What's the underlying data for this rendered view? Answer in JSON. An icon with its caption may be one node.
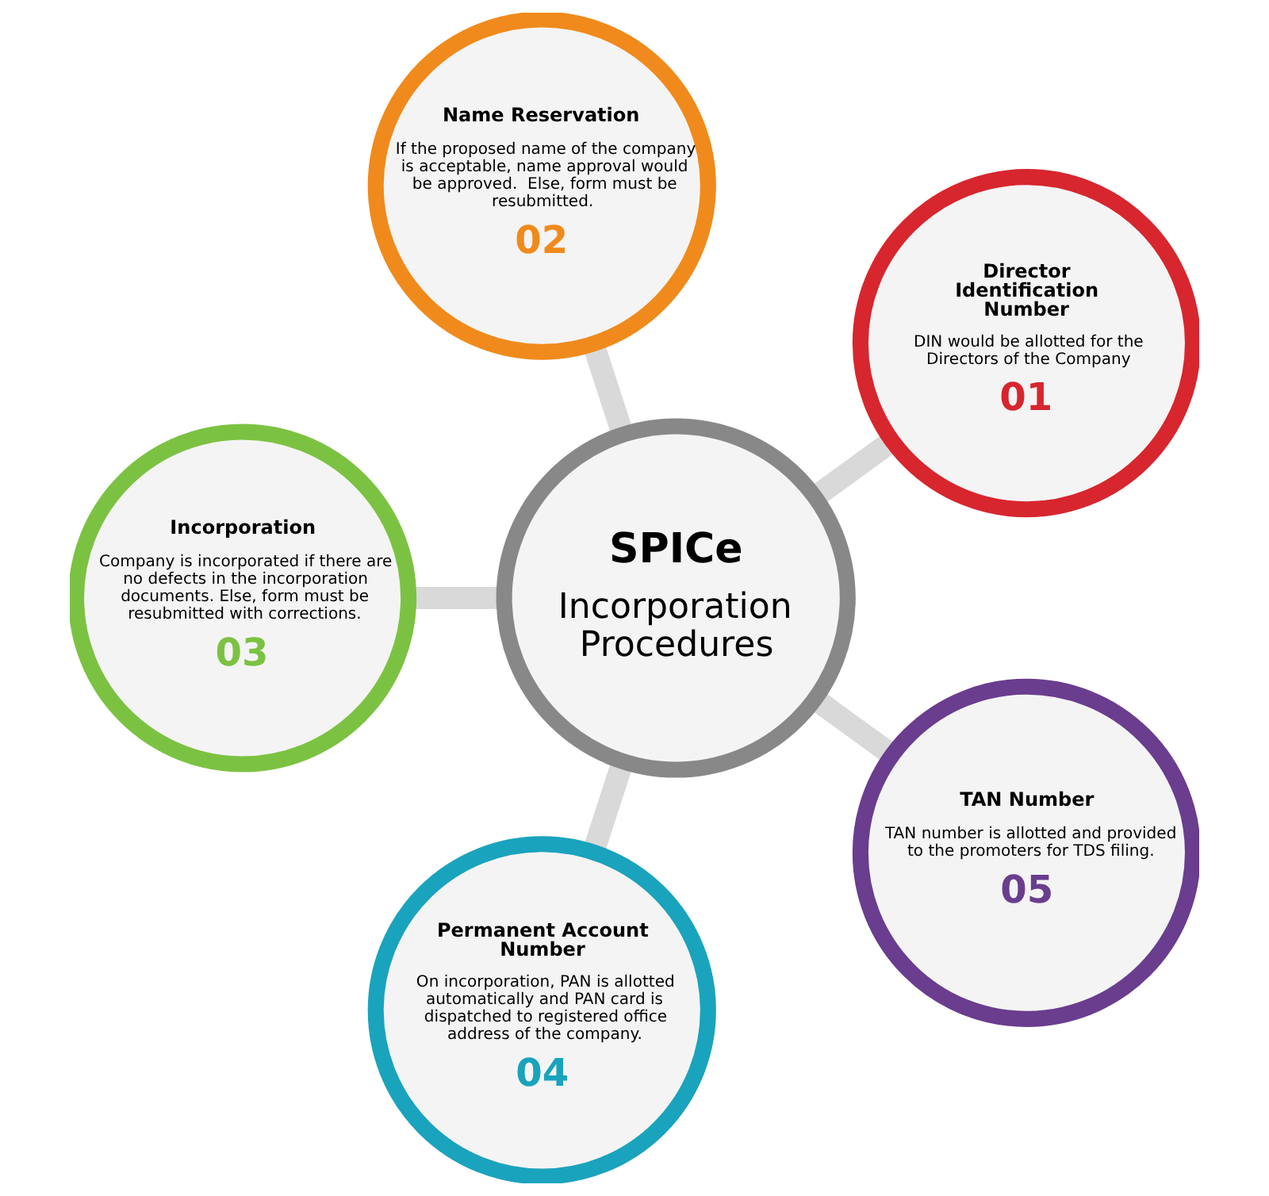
{
  "diagram": {
    "nodes": [
      {
        "text": [
          "SPICe",
          "Incorporation Procedures"
        ]
      },
      {
        "text": [
          "Director Identification Number",
          "DIN would be allotted for the Directors of the Company",
          "01"
        ]
      },
      {
        "text": [
          "Name Reservation",
          "If the proposed name of the company is acceptable, name approval would be approved.  Else, form must be resubmitted.",
          "02"
        ]
      },
      {
        "text": [
          "Incorporation",
          "Company is incorporated if there are no defects in the incorporation documents. Else, form must be resubmitted with corrections.",
          "03"
        ]
      },
      {
        "text": [
          "Permanent Account Number",
          "On incorporation, PAN is allotted automatically and PAN card is dispatched to registered office address of the company.",
          "04"
        ]
      },
      {
        "text": [
          "TAN Number",
          "TAN number is allotted and provided to the promoters for TDS filing.",
          "05"
        ]
      }
    ],
    "edges": [
      {
        "from": 0,
        "to": 1,
        "arrow": "none"
      },
      {
        "from": 0,
        "to": 2,
        "arrow": "none"
      },
      {
        "from": 0,
        "to": 3,
        "arrow": "none"
      },
      {
        "from": 0,
        "to": 4,
        "arrow": "none"
      },
      {
        "from": 0,
        "to": 5,
        "arrow": "none"
      }
    ]
  }
}
